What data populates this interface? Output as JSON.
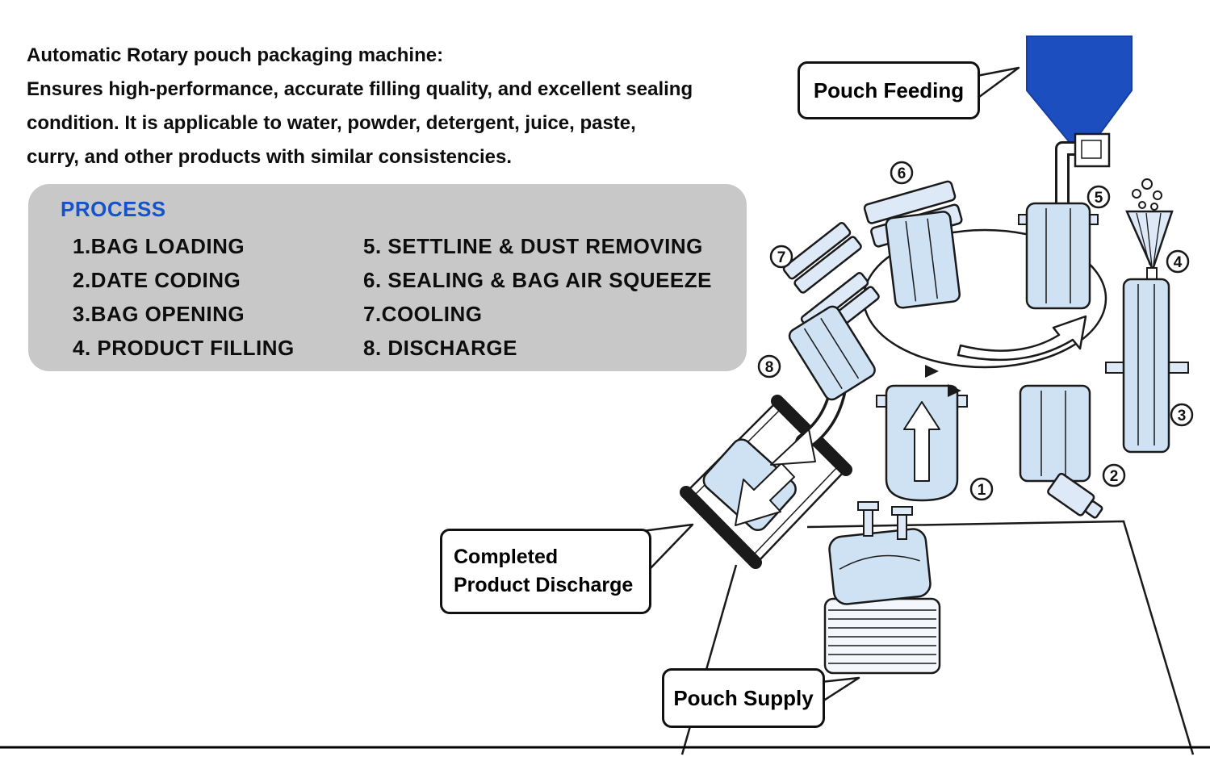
{
  "intro": {
    "title": "Automatic Rotary pouch packaging machine:",
    "lines": [
      "Ensures high-performance, accurate filling quality, and excellent sealing",
      "condition. It is applicable to water, powder, detergent, juice, paste,",
      "curry, and other products with similar consistencies."
    ]
  },
  "process": {
    "title": "PROCESS",
    "col1": [
      "1.BAG LOADING",
      "2.DATE CODING",
      "3.BAG OPENING",
      "4. PRODUCT FILLING"
    ],
    "col2": [
      "5. SETTLINE & DUST REMOVING",
      "6. SEALING & BAG AIR SQUEEZE",
      "7.COOLING",
      "8. DISCHARGE"
    ]
  },
  "callouts": {
    "pouch_feeding": "Pouch Feeding",
    "completed_discharge": [
      "Completed",
      "Product Discharge"
    ],
    "pouch_supply": "Pouch Supply"
  },
  "diagram": {
    "stations": [
      "1",
      "2",
      "3",
      "4",
      "5",
      "6",
      "7",
      "8"
    ]
  },
  "colors": {
    "accent_blue": "#1552cc",
    "hopper_blue": "#1c4ebf",
    "pouch_fill": "#cfe2f4",
    "panel_gray": "#c8c8c8"
  }
}
